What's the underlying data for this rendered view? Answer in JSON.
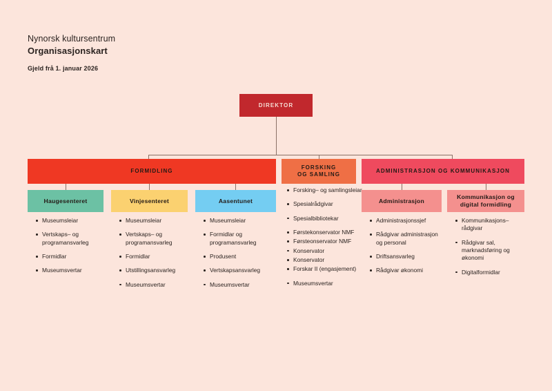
{
  "header": {
    "org_name": "Nynorsk kultursentrum",
    "title": "Organisasjonskart",
    "valid_from": "Gjeld frå 1. januar 2026"
  },
  "colors": {
    "background": "#fce5dc",
    "director": "#c1282d",
    "formidling": "#ef3823",
    "forsking": "#ef6f45",
    "administrasjon_dept": "#ef4a5e",
    "haugesenteret": "#6cc1a4",
    "vinjesenteret": "#fbd170",
    "aasentunet": "#74cdf2",
    "admin_unit": "#f4908e",
    "connector": "#8a7066",
    "text": "#2b2320"
  },
  "director": {
    "label": "DIREKTOR"
  },
  "departments": {
    "formidling": {
      "label": "FORMIDLING"
    },
    "forsking": {
      "label": "FORSKING\nOG SAMLING",
      "line1": "FORSKING",
      "line2": "OG SAMLING"
    },
    "administrasjon": {
      "label": "ADMINISTRASJON OG KOMMUNIKASJON"
    }
  },
  "units": {
    "haugesenteret": {
      "label": "Haugesenteret"
    },
    "vinjesenteret": {
      "label": "Vinjesenteret"
    },
    "aasentunet": {
      "label": "Aasentunet"
    },
    "administrasjon": {
      "label": "Administrasjon"
    },
    "kommunikasjon": {
      "line1": "Kommunikasjon og",
      "line2": "digital formidling"
    }
  },
  "roles": {
    "haugesenteret": [
      "Museumsleiar",
      "Vertskaps– og programansvarleg",
      "Formidlar",
      "Museumsvertar"
    ],
    "vinjesenteret": [
      "Museumsleiar",
      "Vertskaps– og programansvarleg",
      "Formidlar",
      "Utstillingsansvarleg",
      "Museumsvertar"
    ],
    "aasentunet": [
      "Museumsleiar",
      "Formidlar og programansvarleg",
      "Produsent",
      "Vertskapsansvarleg",
      "Museumsvertar"
    ],
    "forsking": [
      "Forsking– og samlingsleiar",
      "Spesialrådgivar",
      "Spesialbibliotekar",
      "Førstekonservator NMF",
      "Førsteonservator NMF",
      "Konservator",
      "Konservator",
      "Forskar II (engasjement)",
      "Museumsvertar"
    ],
    "administrasjon": [
      "Administrasjonssjef",
      "Rådgivar administrasjon og personal",
      "Driftsansvarleg",
      "Rådgivar økonomi"
    ],
    "kommunikasjon": [
      "Kommunikasjons– rådgivar",
      "Rådgivar sal, marknadsføring og økonomi",
      "Digitalformidlar"
    ]
  }
}
